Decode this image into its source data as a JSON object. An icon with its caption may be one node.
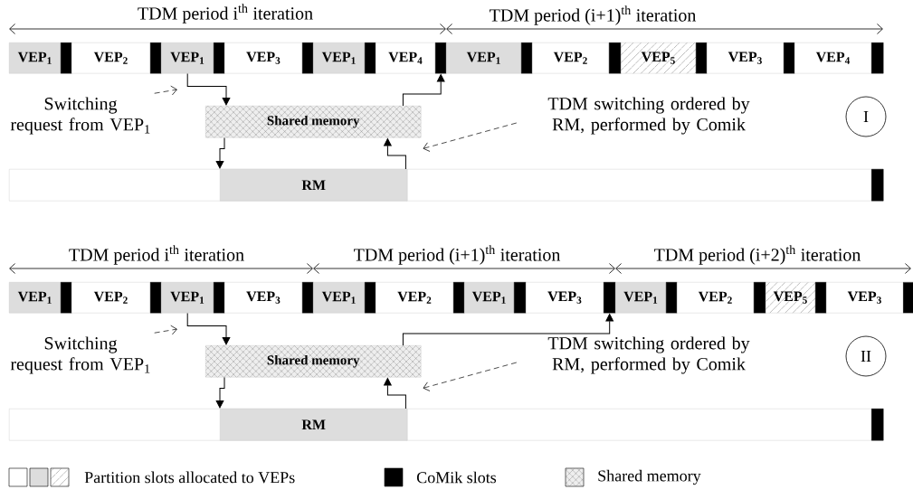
{
  "diagram": {
    "nodes": [
      {
        "text": [
          "VEP$_{1}$"
        ]
      },
      {
        "text": [],
        "shape": "bar"
      },
      {
        "text": [
          "VEP$_{2}$"
        ]
      },
      {
        "text": [],
        "shape": "bar"
      },
      {
        "text": [
          "VEP$_{1}$"
        ]
      },
      {
        "text": [],
        "shape": "bar"
      },
      {
        "text": [
          "VEP$_{3}$"
        ]
      },
      {
        "text": [],
        "shape": "bar"
      },
      {
        "text": [
          "VEP$_{1}$"
        ]
      },
      {
        "text": [],
        "shape": "bar"
      },
      {
        "text": [
          "VEP$_{4}$"
        ]
      },
      {
        "text": [],
        "shape": "bar"
      },
      {
        "text": [
          "VEP$_{1}$"
        ]
      },
      {
        "text": [],
        "shape": "bar"
      },
      {
        "text": [
          "VEP$_{2}$"
        ]
      },
      {
        "text": [],
        "shape": "bar"
      },
      {
        "text": [
          "VEP$_{5}$"
        ]
      },
      {
        "text": [],
        "shape": "bar"
      },
      {
        "text": [
          "VEP$_{3}$"
        ]
      },
      {
        "text": [],
        "shape": "bar"
      },
      {
        "text": [
          "VEP$_{4}$"
        ]
      },
      {
        "text": [],
        "shape": "bar"
      },
      {
        "text": [
          "Switching request from VEP$_{1}$"
        ]
      },
      {
        "text": [
          "Shared memory"
        ]
      },
      {
        "text": [
          "TDM switching ordered by RM, performed by Comik"
        ]
      },
      {
        "text": [
          "I"
        ]
      },
      {
        "text": [],
        "shape": "bar"
      },
      {
        "text": [
          "RM"
        ],
        "in": 26
      },
      {
        "text": [],
        "shape": "bar",
        "in": 26
      },
      {
        "text": [
          "VEP$_{1}$"
        ]
      },
      {
        "text": [],
        "shape": "bar"
      },
      {
        "text": [
          "VEP$_{2}$"
        ]
      },
      {
        "text": [],
        "shape": "bar"
      },
      {
        "text": [
          "VEP$_{1}$"
        ]
      },
      {
        "text": [],
        "shape": "bar"
      },
      {
        "text": [
          "VEP$_{3}$"
        ]
      },
      {
        "text": [],
        "shape": "bar"
      },
      {
        "text": [
          "VEP$_{1}$"
        ]
      },
      {
        "text": [],
        "shape": "bar"
      },
      {
        "text": [
          "VEP$_{2}$"
        ]
      },
      {
        "text": [],
        "shape": "bar"
      },
      {
        "text": [
          "VEP$_{1}$"
        ]
      },
      {
        "text": [],
        "shape": "bar"
      },
      {
        "text": [
          "VEP$_{3}$"
        ]
      },
      {
        "text": [],
        "shape": "bar"
      },
      {
        "text": [
          "VEP$_{1}$"
        ]
      },
      {
        "text": [],
        "shape": "bar"
      },
      {
        "text": [
          "VEP$_{2}$"
        ]
      },
      {
        "text": [],
        "shape": "bar"
      },
      {
        "text": [
          "VEP$_{5}$"
        ]
      },
      {
        "text": [],
        "shape": "bar"
      },
      {
        "text": [
          "VEP$_{3}$"
        ]
      },
      {
        "text": [],
        "shape": "bar"
      },
      {
        "text": [
          "Switching request from VEP$_{1}$"
        ]
      },
      {
        "text": [
          "Shared memory"
        ]
      },
      {
        "text": [
          "TDM switching ordered by RM, performed by Comik"
        ]
      },
      {
        "text": [
          "II"
        ]
      },
      {
        "text": [],
        "shape": "bar"
      },
      {
        "text": [
          "RM"
        ],
        "in": 57
      },
      {
        "text": [],
        "shape": "bar",
        "in": 57
      }
    ],
    "edges": [
      {
        "from": 4,
        "to": 23,
        "arrow": "to"
      },
      {
        "from": 23,
        "to": 27,
        "arrow": "to"
      },
      {
        "from": 27,
        "to": 23,
        "arrow": "to"
      },
      {
        "from": 23,
        "to": 11,
        "arrow": "to"
      },
      {
        "from": 22,
        "to": null,
        "arrow": "to",
        "style": "dashed"
      },
      {
        "from": 24,
        "to": 23,
        "arrow": "to",
        "style": "dashed"
      },
      {
        "from": 33,
        "to": 54,
        "arrow": "to"
      },
      {
        "from": 54,
        "to": 58,
        "arrow": "to"
      },
      {
        "from": 58,
        "to": 54,
        "arrow": "to"
      },
      {
        "from": 54,
        "to": 44,
        "arrow": "to"
      },
      {
        "from": 53,
        "to": null,
        "arrow": "to",
        "style": "dashed"
      },
      {
        "from": 55,
        "to": 54,
        "arrow": "to",
        "style": "dashed"
      }
    ],
    "labels": [
      "TDM period i$^{th}$ iteration",
      "TDM period (i+1)$^{th}$ iteration",
      "TDM period i$^{th}$ iteration",
      "TDM period (i+1)$^{th}$ iteration",
      "TDM period (i+2)$^{th}$ iteration"
    ],
    "legend": [
      {
        "text": "Partition slots allocated to VEPs"
      },
      {
        "text": "CoMik slots",
        "color": "#000000"
      },
      {
        "text": "Shared memory"
      }
    ]
  }
}
